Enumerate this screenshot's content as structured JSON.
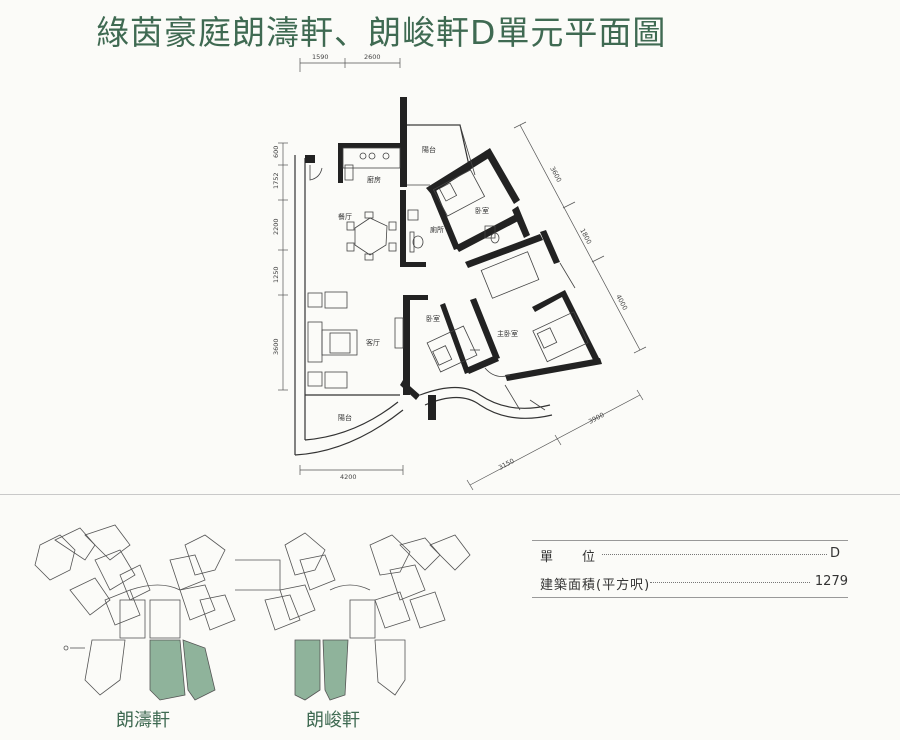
{
  "title": "綠茵豪庭朗濤軒、朗峻軒D單元平面圖",
  "dimensions": {
    "top": [
      "1590",
      "2600"
    ],
    "left": [
      "600",
      "1752",
      "2200",
      "1250",
      "3600"
    ],
    "bottom": "4200",
    "right": [
      "3600",
      "1800",
      "4000"
    ],
    "bottom_right": [
      "3150",
      "3900"
    ]
  },
  "rooms": {
    "balcony_top": "陽台",
    "kitchen": "廚房",
    "dining": "餐厅",
    "toilet": "廁所",
    "bedroom1": "卧室",
    "bedroom2": "卧室",
    "living": "客厅",
    "master": "主卧室",
    "balcony_bottom": "陽台"
  },
  "key_plan": {
    "left_label": "朗濤軒",
    "right_label": "朗峻軒",
    "highlight_color": "#8fb39b"
  },
  "info": {
    "unit_label": "單　　位",
    "unit_value": "D",
    "area_label": "建築面積(平方呎)",
    "area_value": "1279"
  }
}
